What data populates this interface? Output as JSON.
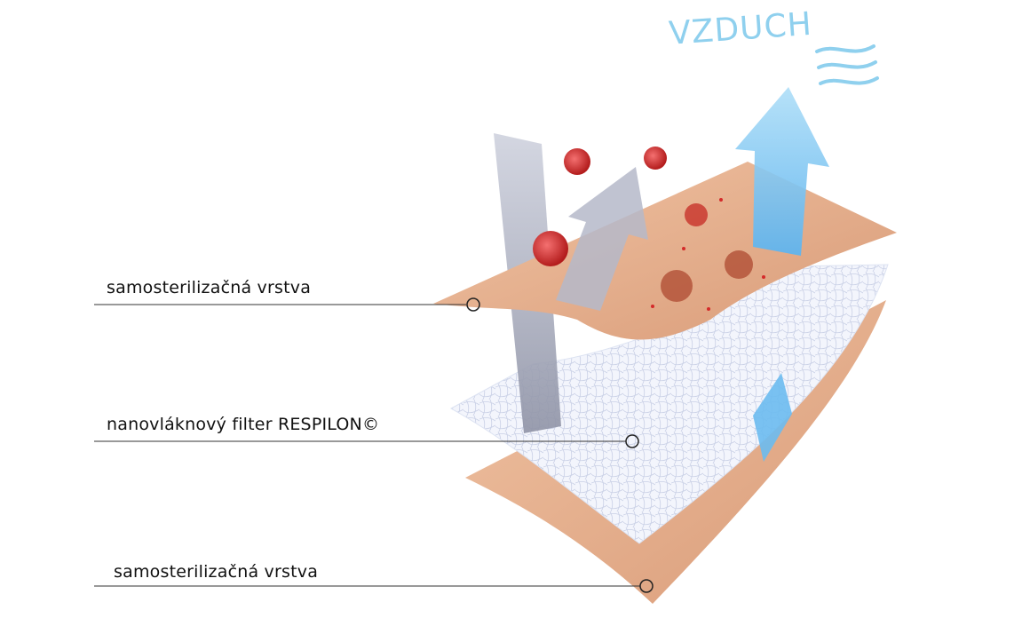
{
  "header": {
    "title": "VZDUCH"
  },
  "layers": [
    {
      "label": "samosterilizačná vrstva"
    },
    {
      "label": "nanovláknový filter RESPILON©"
    },
    {
      "label": "samosterilizačná vrstva"
    }
  ],
  "colors": {
    "layer_skin": "#e8b18f",
    "filter_white": "#eef2fb",
    "air_blue": "#7ec3ef",
    "virus_red": "#d42a2a",
    "blocked_grey": "#b8bccb",
    "callout_line": "#333333"
  },
  "icons": [
    "wind-icon",
    "virus-icon",
    "air-flow-arrow-icon",
    "blocked-arrow-icon"
  ]
}
